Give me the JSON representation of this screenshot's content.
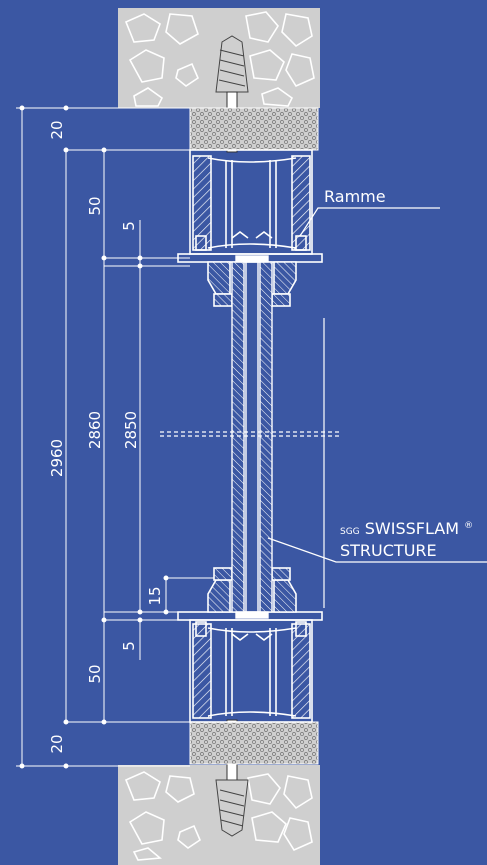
{
  "dimensions": {
    "d2960": "2960",
    "d2860": "2860",
    "d2850": "2850",
    "top_20": "20",
    "top_50": "50",
    "top_5": "5",
    "bottom_15": "15",
    "bottom_5": "5",
    "bottom_50": "50",
    "bottom_20": "20"
  },
  "labels": {
    "frame": "Ramme",
    "product_prefix": "SGG",
    "product_name": "SWISSFLAM",
    "product_mark": "®",
    "product_line2": "STRUCTURE"
  },
  "colors": {
    "background": "#3b57a3",
    "stone": "#cfcfcf",
    "line": "#ffffff"
  }
}
